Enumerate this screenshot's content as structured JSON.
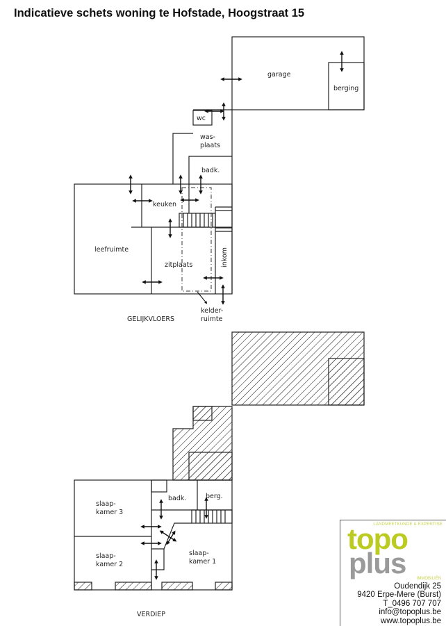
{
  "title": "Indicatieve schets woning te Hofstade, Hoogstraat 15",
  "ground_floor": {
    "label": "GELIJKVLOERS",
    "rooms": {
      "garage": "garage",
      "berging": "berging",
      "wc": "wc",
      "wasplaats_1": "was-",
      "wasplaats_2": "plaats",
      "badk": "badk.",
      "keuken": "keuken",
      "leefruimte": "leefruimte",
      "zitplaats": "zitplaats",
      "inkom": "inkom",
      "kelder_1": "kelder-",
      "kelder_2": "ruimte"
    }
  },
  "upper_floor": {
    "label": "VERDIEP",
    "rooms": {
      "slaap3_1": "slaap-",
      "slaap3_2": "kamer  3",
      "slaap2_1": "slaap-",
      "slaap2_2": "kamer  2",
      "slaap1_1": "slaap-",
      "slaap1_2": "kamer  1",
      "badk": "badk.",
      "berg": "berg."
    }
  },
  "logo": {
    "tagline": "LANDMEETKUNDE & EXPERTISE",
    "word1": "topo",
    "word2": "plus",
    "sub": "IMMOBILIËN",
    "address": "Oudendijk 25",
    "city": "9420 Erpe-Mere (Burst)",
    "phone": "T_0496 707 707",
    "email": "info@topoplus.be",
    "web": "www.topoplus.be",
    "colors": {
      "green": "#bccb22",
      "grey": "#9a9a9a"
    }
  }
}
